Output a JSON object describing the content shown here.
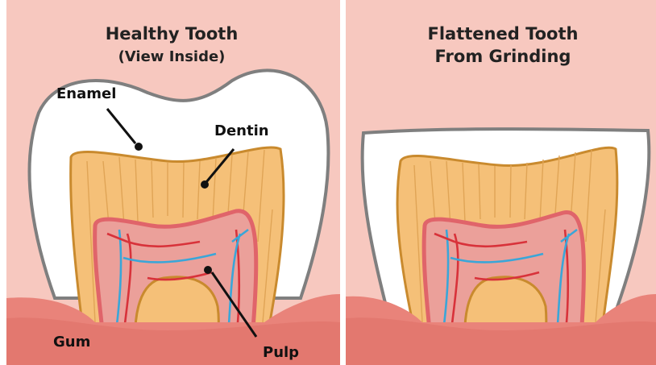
{
  "panels": {
    "healthy": {
      "title": "Healthy Tooth",
      "subtitle": "(View Inside)"
    },
    "flattened": {
      "title_line1": "Flattened Tooth",
      "title_line2": "From Grinding"
    }
  },
  "labels": {
    "enamel": "Enamel",
    "dentin": "Dentin",
    "gum": "Gum",
    "pulp": "Pulp"
  },
  "colors": {
    "background": "#f7c8bf",
    "gum": "#e9837a",
    "enamel": "#ffffff",
    "dentin": "#f5c078",
    "pulp": "#eba09a",
    "artery": "#d8323a",
    "vein": "#3aa6d8"
  }
}
